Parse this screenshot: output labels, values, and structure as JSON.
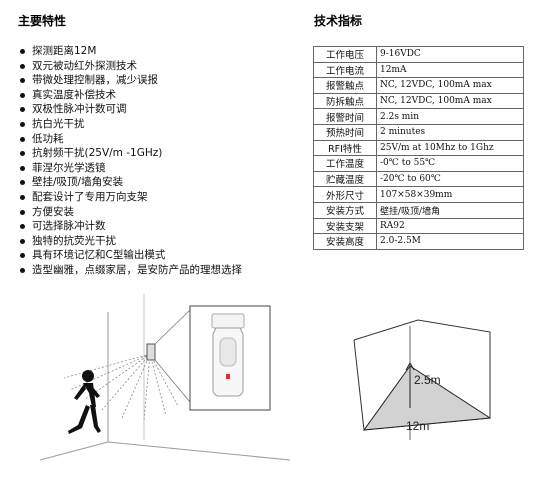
{
  "features": {
    "title": "主要特性",
    "items": [
      "探测距离12M",
      "双元被动红外探测技术",
      "带微处理控制器，减少误报",
      "真实温度补偿技术",
      "双极性脉冲计数可调",
      "抗白光干扰",
      "低功耗",
      "抗射频干扰(25V/m -1GHz)",
      "菲涅尔光学透镜",
      "壁挂/吸顶/墙角安装",
      "配套设计了专用万向支架",
      "方便安装",
      "可选择脉冲计数",
      "独特的抗荧光干扰",
      "具有环境记忆和C型输出模式",
      "造型幽雅，点缀家居，是安防产品的理想选择"
    ]
  },
  "specs": {
    "title": "技术指标",
    "rows": [
      {
        "key": "工作电压",
        "value": "9-16VDC"
      },
      {
        "key": "工作电流",
        "value": "12mA"
      },
      {
        "key": "报警触点",
        "value": "NC, 12VDC, 100mA max"
      },
      {
        "key": "防拆触点",
        "value": "NC, 12VDC, 100mA max"
      },
      {
        "key": "报警时间",
        "value": "2.2s min"
      },
      {
        "key": "预热时间",
        "value": "2 minutes"
      },
      {
        "key": "RFI特性",
        "value": "25V/m at 10Mhz to 1Ghz"
      },
      {
        "key": "工作温度",
        "value": "-0℃ to 55℃"
      },
      {
        "key": "贮藏温度",
        "value": "-20℃ to 60℃"
      },
      {
        "key": "外形尺寸",
        "value": "107×58×39mm"
      },
      {
        "key": "安装方式",
        "value": "壁挂/吸顶/墙角"
      },
      {
        "key": "安装支架",
        "value": "RA92"
      },
      {
        "key": "安装高度",
        "value": "2.0-2.5M"
      }
    ]
  },
  "diagram": {
    "height_label": "2.5m",
    "distance_label": "12m"
  }
}
